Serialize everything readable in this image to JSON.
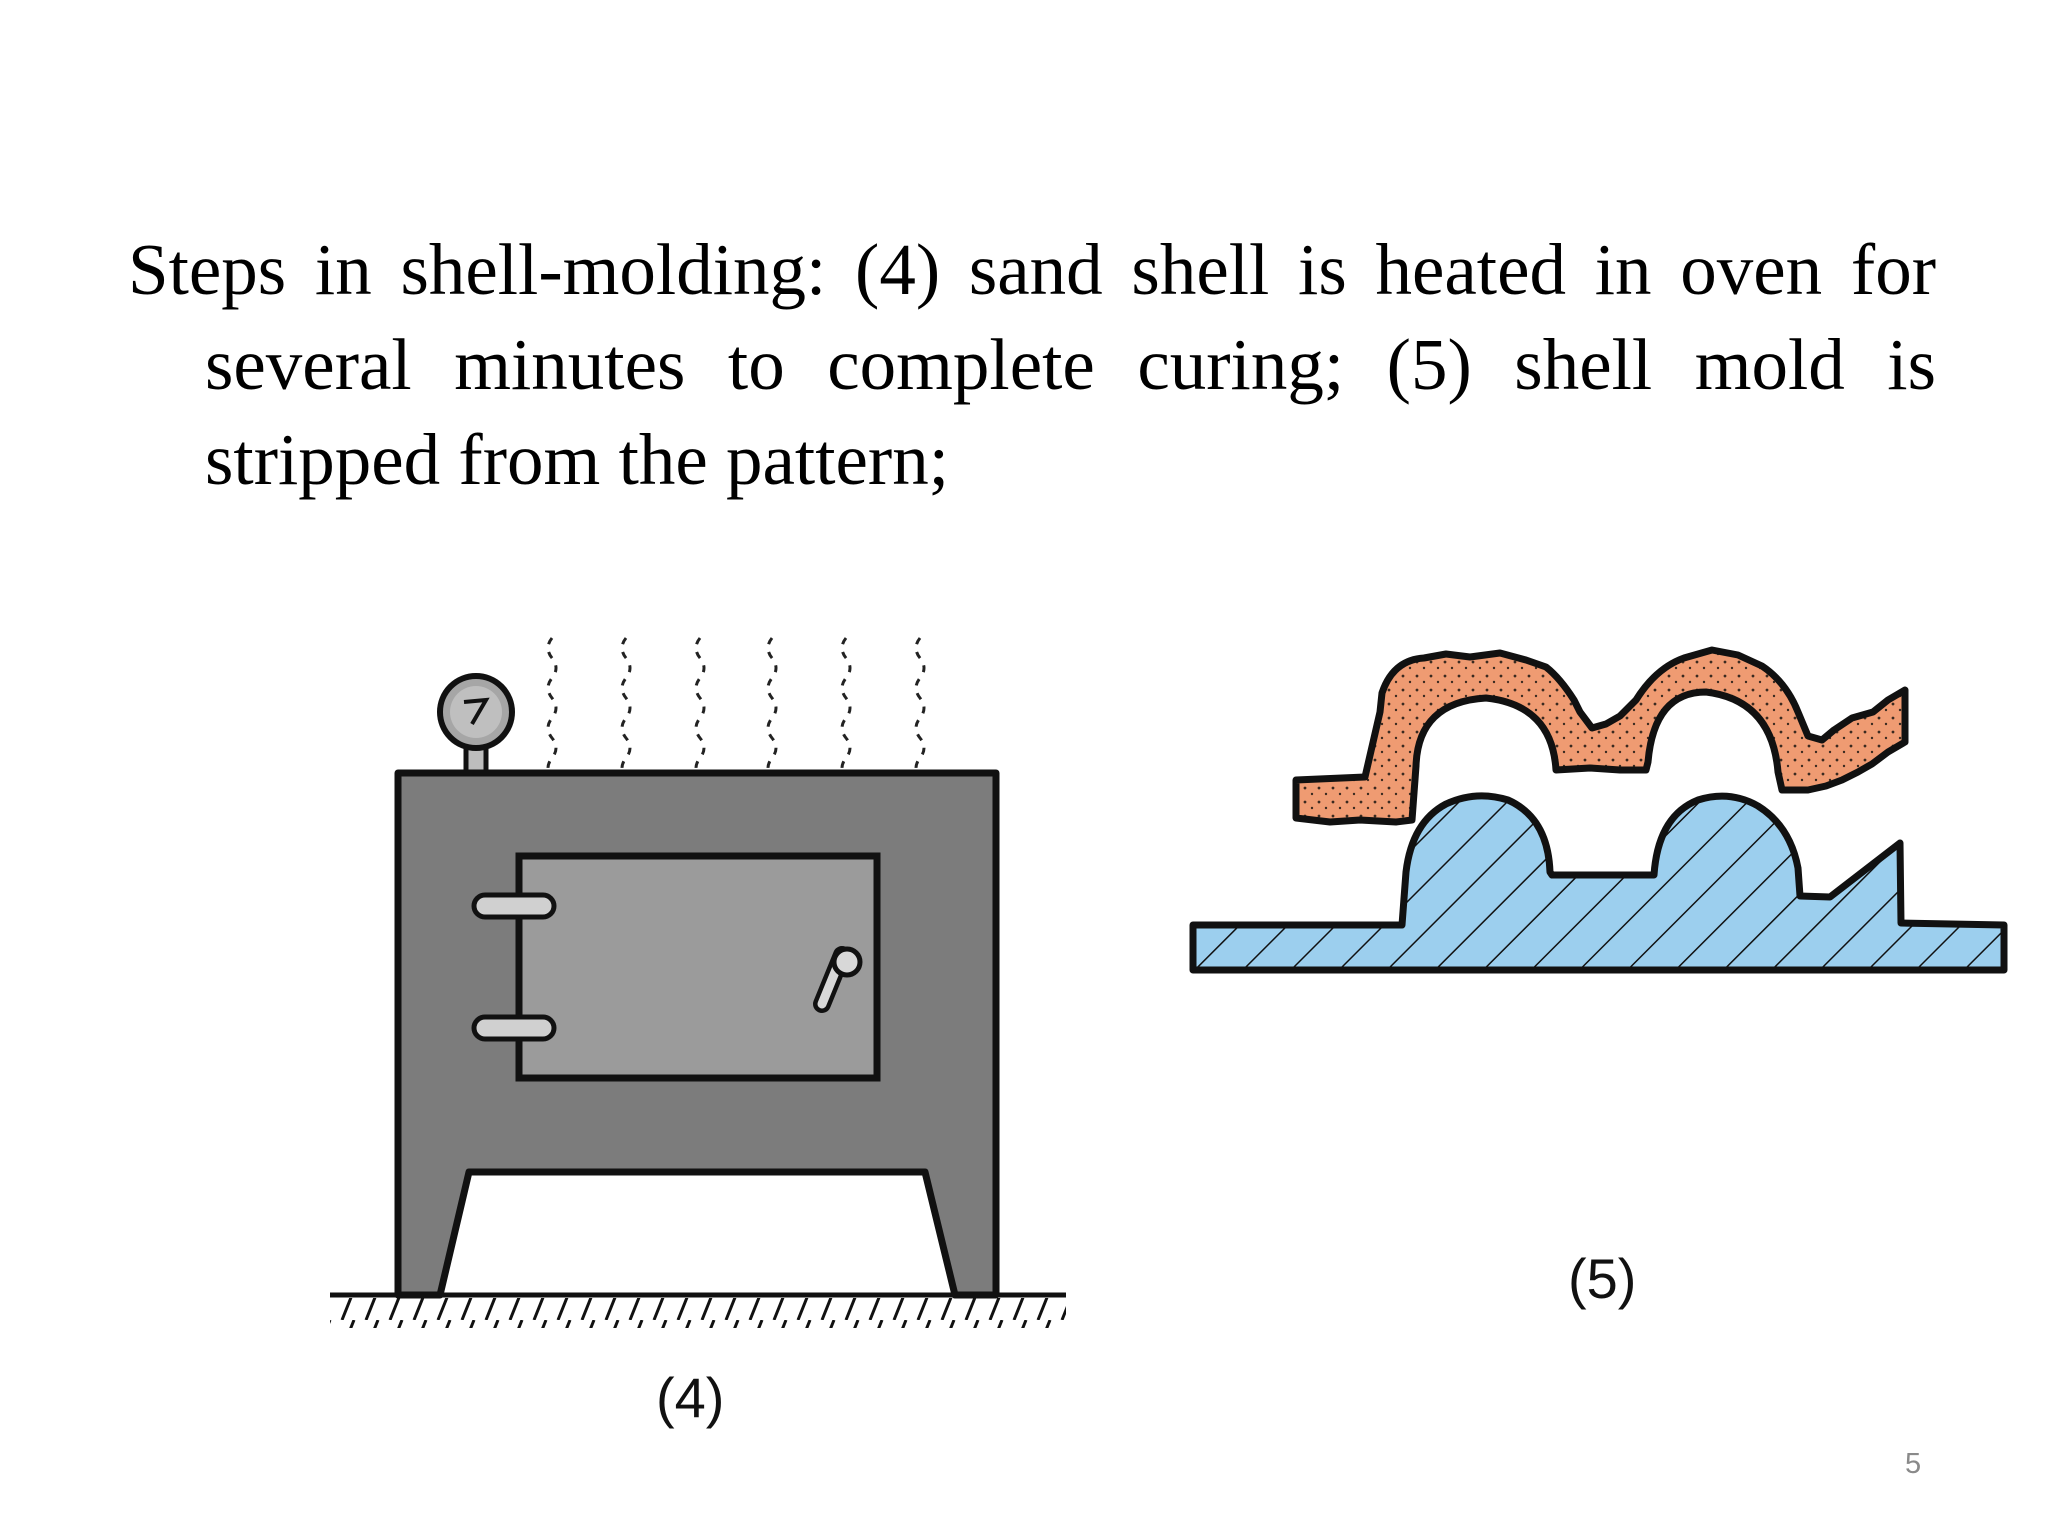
{
  "slide": {
    "text": "Steps in shell-molding: (4) sand shell is heated in oven for several minutes to complete curing; (5) shell mold is stripped from the pattern;",
    "number": "5"
  },
  "figures": {
    "oven": {
      "caption": "(4)"
    },
    "mold": {
      "caption": "(5)"
    }
  },
  "colors": {
    "oven_body": "#7c7c7c",
    "oven_door": "#9b9b9b",
    "sand_shell": "#ef9b72",
    "pattern": "#9ccfee",
    "outline": "#111111"
  }
}
